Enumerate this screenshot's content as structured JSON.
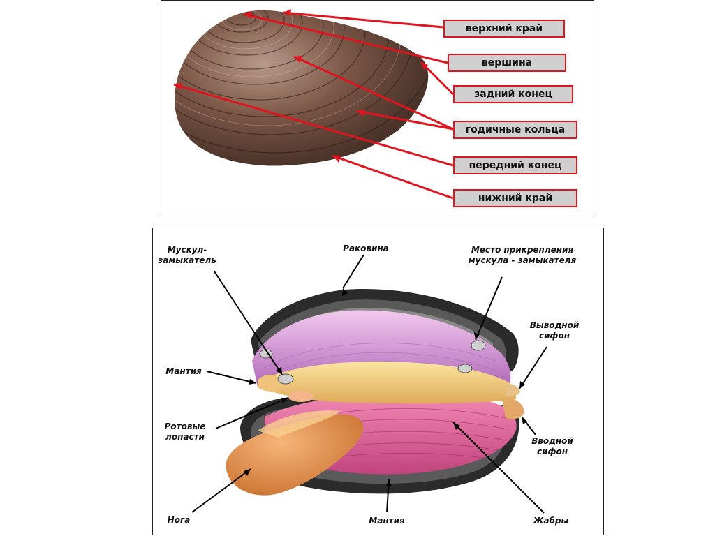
{
  "shell_panel": {
    "labels": {
      "upper_edge": "верхний край",
      "apex": "вершина",
      "posterior_end": "задний конец",
      "growth_rings": "годичные кольца",
      "anterior_end": "передний конец",
      "lower_edge": "нижний край"
    }
  },
  "anatomy_panel": {
    "labels": {
      "adductor_muscle": "Мускул-\nзамыкатель",
      "shell": "Раковина",
      "muscle_attachment": "Место прикрепления\nмускула - замыкателя",
      "excurrent_siphon": "Выводной\nсифон",
      "mantle_top": "Мантия",
      "oral_lobes": "Ротовые\nлопасти",
      "incurrent_siphon": "Вводной\nсифон",
      "foot": "Нога",
      "mantle_bottom": "Мантия",
      "gills": "Жабры"
    }
  },
  "colors": {
    "arrow_red": "#e0141e",
    "label_bg": "#cfcfcf",
    "shell_brown": "#6a4a3a"
  }
}
